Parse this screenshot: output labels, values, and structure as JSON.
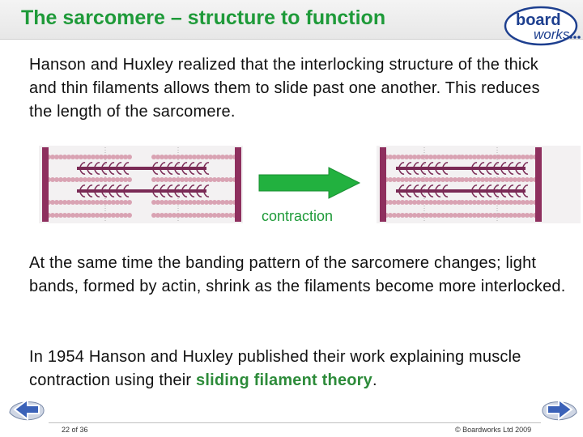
{
  "slide": {
    "title": "The sarcomere – structure to function",
    "logo": {
      "text_top": "board",
      "text_bottom": "works"
    },
    "paragraph1": "Hanson and Huxley realized that the interlocking structure of the thick and thin filaments allows them to slide past one another. This reduces the length of the sarcomere.",
    "diagram": {
      "label": "contraction",
      "left_state": "relaxed sarcomere",
      "right_state": "contracted sarcomere",
      "arrow_color": "#22b13f",
      "z_line_color": "#8e2f5e",
      "thin_filament_color": "#d9a3b3",
      "thick_filament_color": "#7a2a55"
    },
    "paragraph2": "At the same time the banding pattern of the sarcomere changes; light bands, formed by actin, shrink as the filaments become more interlocked.",
    "paragraph3_prefix": "In 1954 Hanson and Huxley published their work explaining muscle contraction using their ",
    "paragraph3_highlight": "sliding filament theory",
    "paragraph3_suffix": ".",
    "footer": {
      "slide_number": "22 of 36",
      "copyright": "© Boardworks Ltd 2009"
    },
    "nav": {
      "prev_icon": "arrow-left-icon",
      "next_icon": "arrow-right-icon"
    },
    "colors": {
      "title": "#1e9a39",
      "highlight": "#2d8b3a"
    }
  }
}
